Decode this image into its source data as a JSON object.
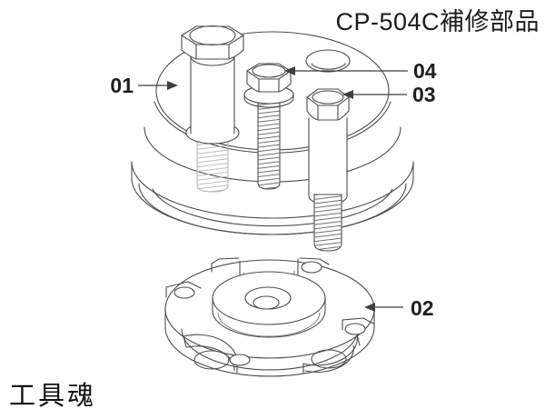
{
  "title": "CP-504C補修部品",
  "brand": "工具魂",
  "callouts": {
    "c01": "01",
    "c02": "02",
    "c03": "03",
    "c04": "04"
  },
  "colors": {
    "line": "#4d4d4d",
    "hidden_line": "#b0b0b0",
    "leader": "#3f3f3f",
    "title_text": "#1a1a1a",
    "label_text": "#1e1e1e",
    "background": "#ffffff"
  }
}
